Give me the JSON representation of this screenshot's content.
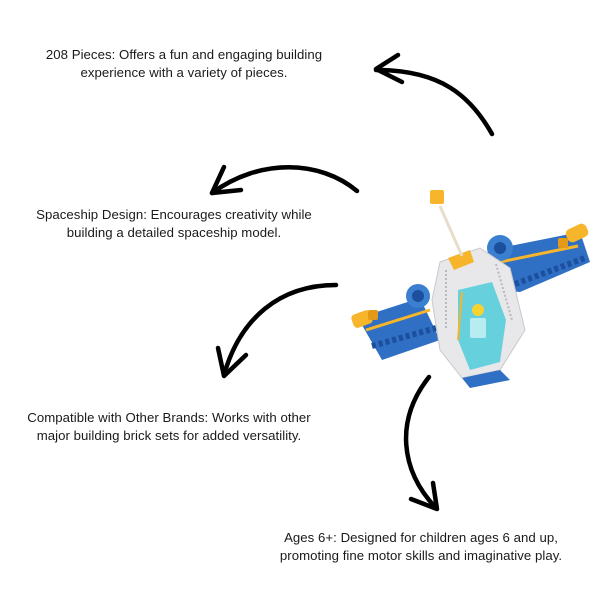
{
  "features": [
    {
      "id": "pieces",
      "lines": [
        "208 Pieces: Offers a fun and engaging building",
        "experience with a variety of pieces."
      ]
    },
    {
      "id": "design",
      "lines": [
        "Spaceship Design: Encourages creativity while",
        "building a detailed spaceship model."
      ]
    },
    {
      "id": "compatible",
      "lines": [
        "Compatible with Other Brands: Works with other",
        "major building brick sets for added versatility."
      ]
    },
    {
      "id": "ages",
      "lines": [
        "Ages 6+: Designed for children ages 6 and up,",
        "promoting fine motor skills and imaginative play."
      ]
    }
  ],
  "product_image": {
    "subject": "toy-brick-spaceship",
    "colors": {
      "hull_white": "#e8e8ea",
      "wing_blue": "#2f6fc4",
      "canopy_teal": "#5fd0dc",
      "accent_yellow": "#f6b52a"
    }
  },
  "arrow_color": "#000000"
}
